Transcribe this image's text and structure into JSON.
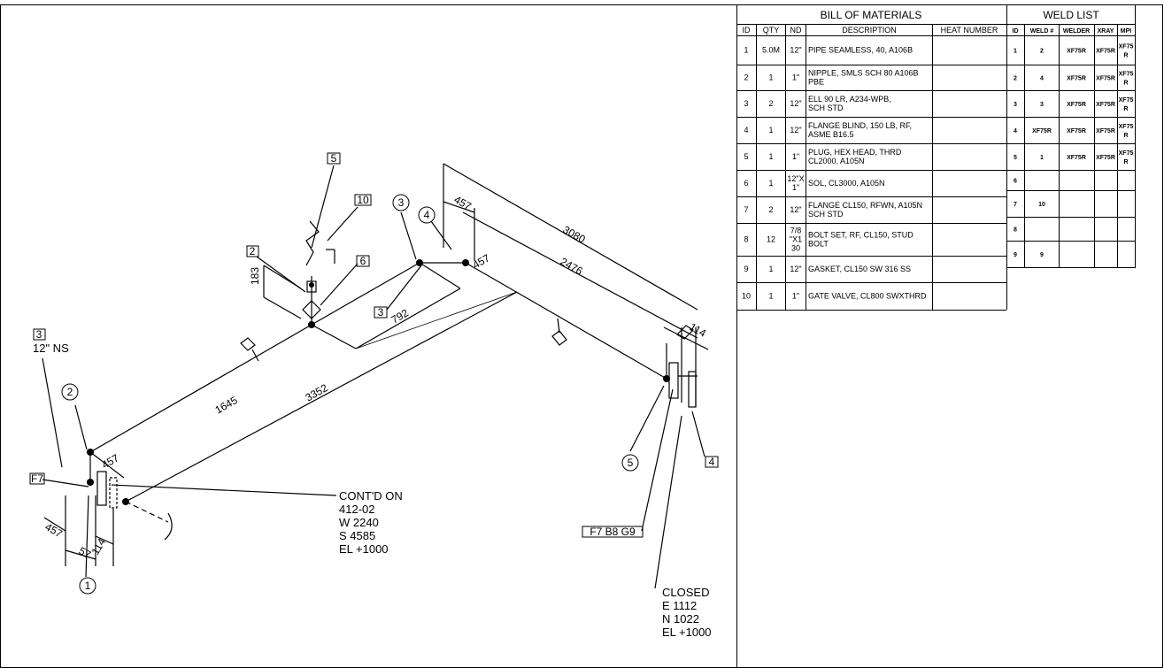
{
  "bom": {
    "title": "BILL OF MATERIALS",
    "headers": [
      "ID",
      "QTY",
      "ND",
      "DESCRIPTION",
      "HEAT NUMBER"
    ],
    "rows": [
      {
        "id": "1",
        "qty": "5.0M",
        "nd": [
          "12\""
        ],
        "desc": [
          "PIPE SEAMLESS, 40,  A106B"
        ]
      },
      {
        "id": "2",
        "qty": "1",
        "nd": [
          "1\""
        ],
        "desc": [
          "NIPPLE, SMLS SCH 80 A106B",
          "PBE"
        ]
      },
      {
        "id": "3",
        "qty": "2",
        "nd": [
          "12\""
        ],
        "desc": [
          "ELL 90 LR,  A234-WPB,",
          "SCH STD"
        ]
      },
      {
        "id": "4",
        "qty": "1",
        "nd": [
          "12\""
        ],
        "desc": [
          "FLANGE BLIND, 150 LB, RF,",
          "ASME B16.5"
        ]
      },
      {
        "id": "5",
        "qty": "1",
        "nd": [
          "1\""
        ],
        "desc": [
          "PLUG, HEX HEAD, THRD",
          "CL2000, A105N"
        ]
      },
      {
        "id": "6",
        "qty": "1",
        "nd": [
          "12\"X",
          "1\""
        ],
        "desc": [
          "SOL, CL3000, A105N"
        ]
      },
      {
        "id": "7",
        "qty": "2",
        "nd": [
          "12\""
        ],
        "desc": [
          "FLANGE CL150, RFWN, A105N",
          "SCH STD"
        ]
      },
      {
        "id": "8",
        "qty": "12",
        "nd": [
          "7/8",
          "\"X1",
          "30"
        ],
        "desc": [
          "BOLT SET, RF, CL150, STUD",
          "BOLT"
        ]
      },
      {
        "id": "9",
        "qty": "1",
        "nd": [
          "12\""
        ],
        "desc": [
          "GASKET, CL150 SW 316 SS"
        ]
      },
      {
        "id": "10",
        "qty": "1",
        "nd": [
          "1\""
        ],
        "desc": [
          "GATE VALVE, CL800 SWXTHRD"
        ]
      }
    ]
  },
  "weld": {
    "title": "WELD LIST",
    "headers": [
      "ID",
      "WELD #",
      "WELDER",
      "XRAY",
      "MPI"
    ],
    "rows": [
      {
        "id": "1",
        "weld": "2",
        "welder": "XF75R",
        "xray": "XF75R",
        "mpi": [
          "XF75",
          "R"
        ]
      },
      {
        "id": "2",
        "weld": "4",
        "welder": "XF75R",
        "xray": "XF75R",
        "mpi": [
          "XF75",
          "R"
        ]
      },
      {
        "id": "3",
        "weld": "3",
        "welder": "XF75R",
        "xray": "XF75R",
        "mpi": [
          "XF75",
          "R"
        ]
      },
      {
        "id": "4",
        "weld": "XF75R",
        "welder": "XF75R",
        "xray": "XF75R",
        "mpi": [
          "XF75",
          "R"
        ]
      },
      {
        "id": "5",
        "weld": "1",
        "welder": "XF75R",
        "xray": "XF75R",
        "mpi": [
          "XF75",
          "R"
        ]
      },
      {
        "id": "6",
        "weld": "",
        "welder": "",
        "xray": "",
        "mpi": []
      },
      {
        "id": "7",
        "weld": "10",
        "welder": "",
        "xray": "",
        "mpi": []
      },
      {
        "id": "8",
        "weld": "",
        "welder": "",
        "xray": "",
        "mpi": []
      },
      {
        "id": "9",
        "weld": "9",
        "welder": "",
        "xray": "",
        "mpi": []
      }
    ]
  },
  "drawing": {
    "dims": {
      "d3080": "3080",
      "d2476": "2476",
      "d457_top": "457",
      "d457_elbow": "457",
      "d792": "792",
      "d1645": "1645",
      "d3352": "3352",
      "d457_left": "457",
      "d183": "183",
      "d114_right": "114",
      "d457_bottom": "457",
      "d57": "57",
      "d114_bottom": "114"
    },
    "balloons": {
      "b1": "1",
      "b2": "2",
      "b3": "3",
      "b4": "4",
      "b5": "5"
    },
    "boxes": {
      "box5": "5",
      "box10": "10",
      "box2": "2",
      "box6": "6",
      "box3_mid": "3",
      "box3_left": "3",
      "box4": "4",
      "boxF7": "F7"
    },
    "notes": {
      "left_ns": "12\" NS",
      "contd": [
        "CONT'D ON",
        "412-02",
        "W 2240",
        "S 4585",
        "EL +1000"
      ],
      "closed": [
        "CLOSED",
        "E 1112",
        "N 1022",
        "EL +1000"
      ],
      "fbg": "F7  B8  G9"
    }
  }
}
